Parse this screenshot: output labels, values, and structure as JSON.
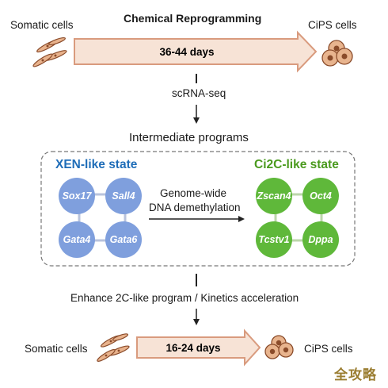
{
  "top_row": {
    "title": "Chemical Reprogramming",
    "left_label": "Somatic cells",
    "right_label": "CiPS cells",
    "duration": "36-44 days"
  },
  "method": "scRNA-seq",
  "intermediate_title": "Intermediate programs",
  "xen_state": {
    "title": "XEN-like state",
    "color": "#1f6db8",
    "node_color": "#7f9fdd",
    "genes": [
      "Sox17",
      "Sall4",
      "Gata4",
      "Gata6"
    ]
  },
  "transition": {
    "line1": "Genome-wide",
    "line2": "DNA demethylation"
  },
  "ci2c_state": {
    "title": "Ci2C-like state",
    "color": "#4a9a1e",
    "node_color": "#5fb83a",
    "genes": [
      "Zscan4",
      "Oct4",
      "Tcstv1",
      "Dppa"
    ]
  },
  "enhancement": "Enhance 2C-like program / Kinetics acceleration",
  "bottom_row": {
    "left_label": "Somatic cells",
    "right_label": "CiPS cells",
    "duration": "16-24 days"
  },
  "watermark": "全攻略",
  "colors": {
    "arrow_fill": "#f7e3d6",
    "arrow_stroke": "#d99b7e",
    "cell_fill": "#e7b48f",
    "cell_stroke": "#8a4b2a",
    "dashed_border": "#777777"
  }
}
